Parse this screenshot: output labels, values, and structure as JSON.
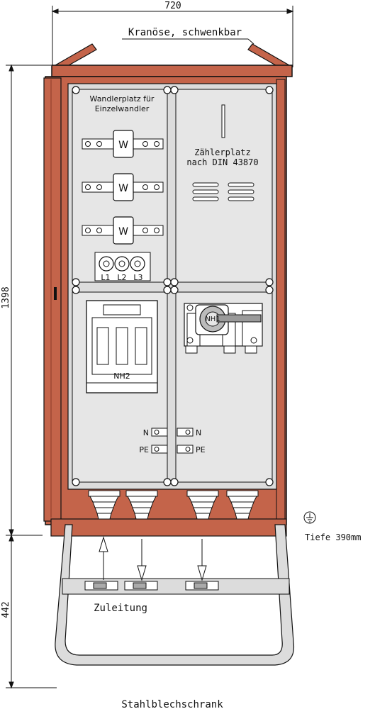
{
  "dimensions": {
    "width_label": "720",
    "height_upper_label": "1398",
    "height_lower_label": "442"
  },
  "labels": {
    "eyelet": "Kranöse, schwenkbar",
    "transformer_area_line1": "Wandlerplatz für",
    "transformer_area_line2": "Einzelwandler",
    "meter_area_line1": "Zählerplatz",
    "meter_area_line2": "nach DIN 43870",
    "transformer_mark": "W",
    "fuse_l1": "L1",
    "fuse_l2": "L2",
    "fuse_l3": "L3",
    "nh2": "NH2",
    "nh1": "NH1",
    "n_left": "N",
    "n_right": "N",
    "pe_left": "PE",
    "pe_right": "PE",
    "depth": "Tiefe 390mm",
    "feed": "Zuleitung",
    "caption": "Stahlblechschrank"
  },
  "colors": {
    "housing": "#c4644a",
    "housing_dark": "#8a3a26",
    "panel": "#e6e6e6",
    "line": "#111111",
    "frame": "#dcdcdc"
  }
}
